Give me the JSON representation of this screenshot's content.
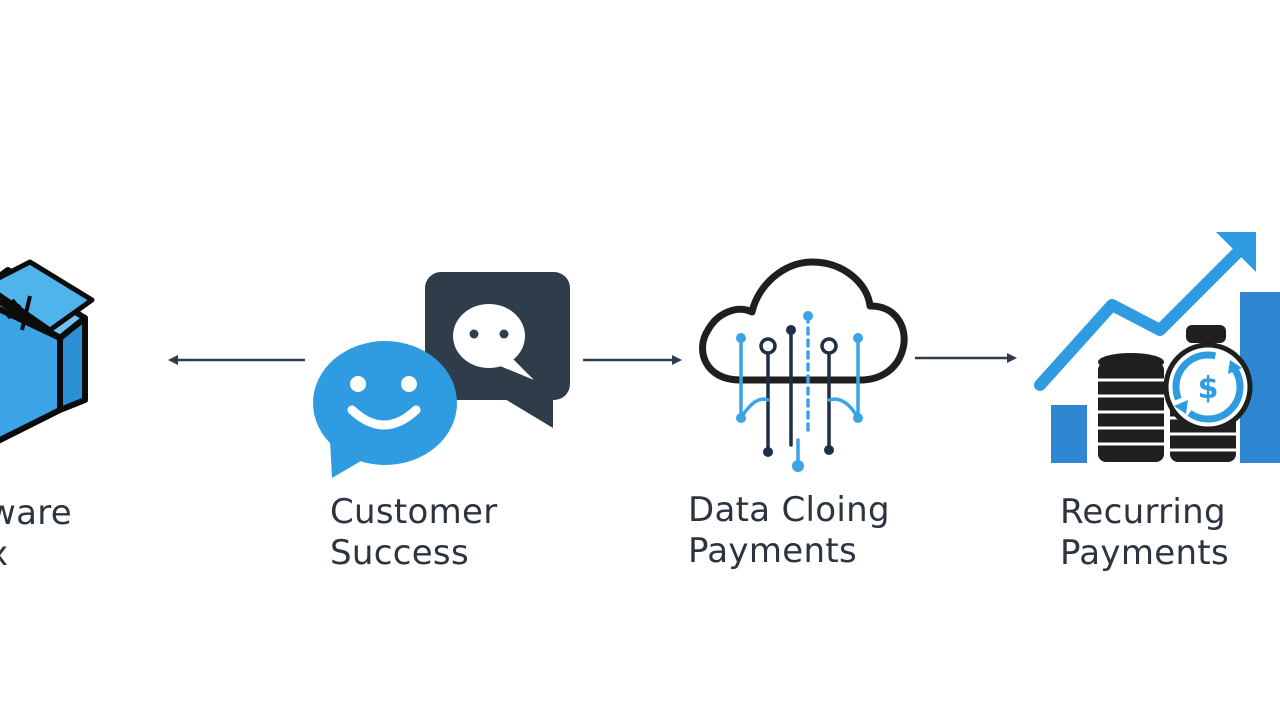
{
  "steps": [
    {
      "line1": "ware",
      "line2": "x",
      "icon": "box-icon"
    },
    {
      "line1": "Customer",
      "line2": "Success",
      "icon": "chat-bubbles-icon"
    },
    {
      "line1": "Data Cloing",
      "line2": "Payments",
      "icon": "cloud-data-icon"
    },
    {
      "line1": "Recurring",
      "line2": "Payments",
      "icon": "growth-coins-icon"
    }
  ],
  "colors": {
    "accent_blue": "#3aa4e6",
    "bright_blue": "#2f9be0",
    "dark_slate": "#2f3d4b",
    "navy": "#1f2f45",
    "bar_blue": "#2f86d1",
    "text": "#2c3440",
    "connector": "#2f3d4b"
  }
}
